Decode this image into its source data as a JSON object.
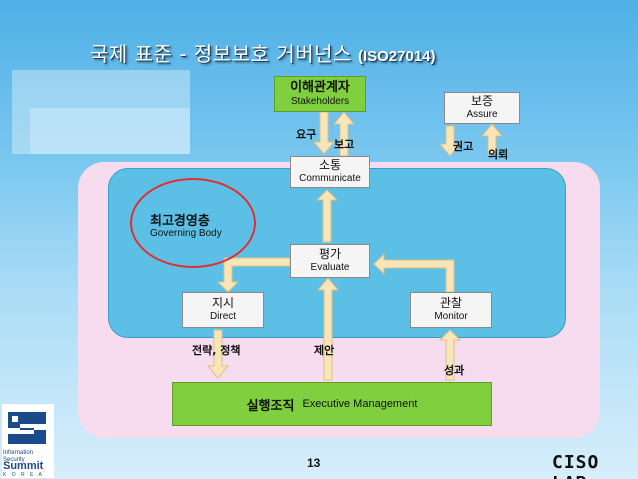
{
  "title": {
    "main": "국제 표준 - 정보보호 거버넌스",
    "sub": "(ISO27014)"
  },
  "nodes": {
    "stakeholders": {
      "ko": "이해관계자",
      "en": "Stakeholders"
    },
    "assure": {
      "ko": "보증",
      "en": "Assure"
    },
    "communicate": {
      "ko": "소통",
      "en": "Communicate"
    },
    "evaluate": {
      "ko": "평가",
      "en": "Evaluate"
    },
    "direct": {
      "ko": "지시",
      "en": "Direct"
    },
    "monitor": {
      "ko": "관찰",
      "en": "Monitor"
    },
    "executive": {
      "ko": "실행조직",
      "en": "Executive Management"
    }
  },
  "governing_body": {
    "ko": "최고경영층",
    "en": "Governing Body"
  },
  "labels": {
    "request": "요구",
    "report": "보고",
    "recommend": "권고",
    "commission": "의뢰",
    "strategy_policy": "전략, 정책",
    "proposal": "제안",
    "performance": "성과"
  },
  "page_number": "13",
  "logos": {
    "left": {
      "line1": "Information Security",
      "line2": "Summit",
      "line3": "K O R E A"
    },
    "right": "CISO LAB"
  },
  "colors": {
    "arrow": "#f9e6b8",
    "arrow_edge": "#d9c08a",
    "governing_circle": "#e03030",
    "exec_green": "#7fcf3e"
  }
}
